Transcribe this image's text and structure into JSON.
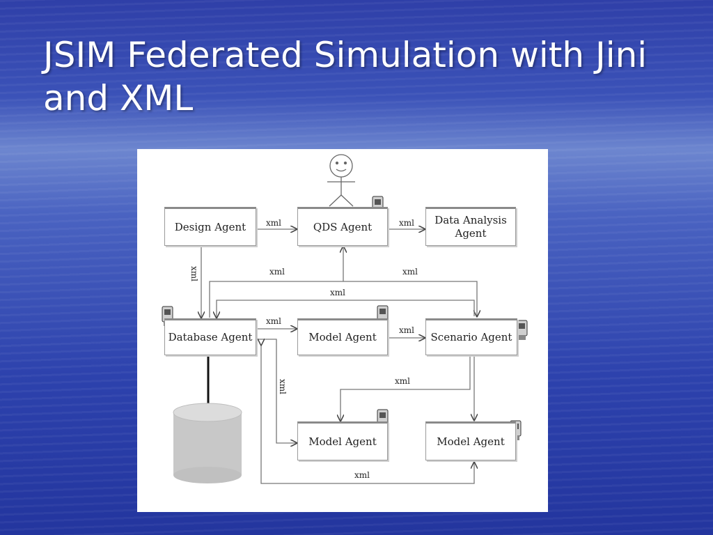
{
  "slide": {
    "title": "JSIM Federated Simulation with Jini and XML"
  },
  "diagram": {
    "agents": {
      "design": "Design Agent",
      "qds": "QDS Agent",
      "data_analysis": "Data Analysis Agent",
      "database": "Database Agent",
      "model_center": "Model Agent",
      "scenario": "Scenario Agent",
      "model_bottom_left": "Model Agent",
      "model_bottom_right": "Model Agent"
    },
    "edge_label": "xml",
    "icons": [
      "user-stick-figure-icon",
      "computer-icon",
      "database-cylinder-icon"
    ]
  }
}
